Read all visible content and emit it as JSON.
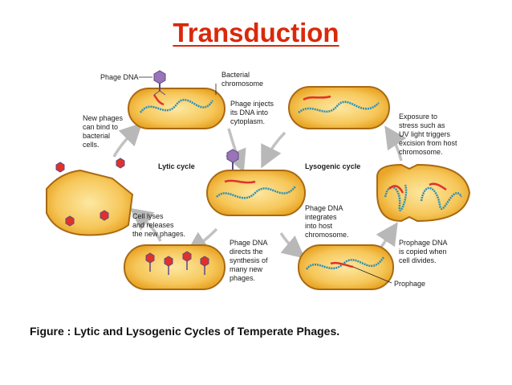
{
  "title": "Transduction",
  "caption": "Figure : Lytic and Lysogenic Cycles of Temperate Phages.",
  "colors": {
    "title": "#d9290b",
    "cell_fill": "#f1b93a",
    "cell_inner": "#fde8a2",
    "cell_border": "#a86a12",
    "bacterial_dna": "#2a8fb5",
    "phage_dna": "#e0322a",
    "phage_head": "#9a74b7",
    "phage_tail": "#5a4a86",
    "arrow": "#b8b8b8"
  },
  "labels": {
    "phage_dna": "Phage DNA",
    "bacterial_chromosome": [
      "Bacterial",
      "chromosome"
    ],
    "phage_injects": [
      "Phage injects",
      "its DNA into",
      "cytoplasm."
    ],
    "new_phages": [
      "New phages",
      "can bind to",
      "bacterial",
      "cells."
    ],
    "lytic_cycle": "Lytic cycle",
    "lysogenic_cycle": "Lysogenic cycle",
    "exposure": [
      "Exposure to",
      "stress such as",
      "UV light triggers",
      "excision from host",
      "chromosome."
    ],
    "cell_lyses": [
      "Cell lyses",
      "and releases",
      "the new phages."
    ],
    "phage_dna_integrates": [
      "Phage DNA",
      "integrates",
      "into host",
      "chromosome."
    ],
    "phage_dna_directs": [
      "Phage DNA",
      "directs the",
      "synthesis of",
      "many new",
      "phages."
    ],
    "prophage_copied": [
      "Prophage DNA",
      "is copied when",
      "cell divides."
    ],
    "prophage": "Prophage"
  }
}
